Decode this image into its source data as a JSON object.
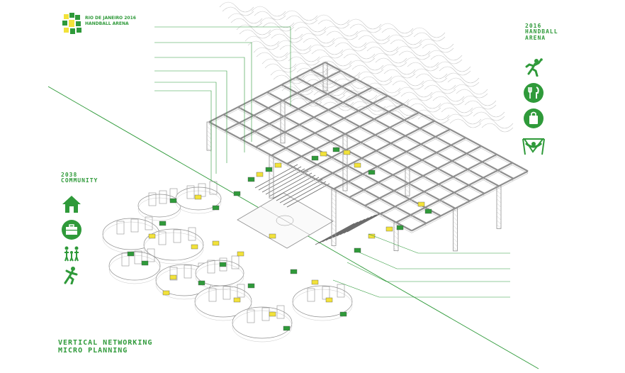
{
  "logo": {
    "line1": "RIO DE JANEIRO 2016",
    "line2": "HANDBALL ARENA"
  },
  "arena_title": {
    "line1": "2016",
    "line2": "HANDBALL",
    "line3": "ARENA"
  },
  "community_title": {
    "line1": "2038",
    "line2": "COMMUNITY"
  },
  "bottom_title": {
    "line1": "VERTICAL NETWORKING",
    "line2": "MICRO PLANNING"
  },
  "left_tags": [
    "",
    "",
    "",
    "",
    "",
    ""
  ],
  "right_tags": [
    "",
    "",
    "",
    ""
  ],
  "note_text": "",
  "colors": {
    "green": "#2f9a3a",
    "yellow": "#f2e23a",
    "line": "#8f8f8f",
    "light": "#c8c8c8"
  },
  "icons": {
    "arena": [
      "handball-player-icon",
      "fork-knife-icon",
      "shopping-bag-icon",
      "hammock-icon"
    ],
    "community": [
      "house-icon",
      "briefcase-icon",
      "family-icon",
      "sport-person-icon"
    ]
  }
}
